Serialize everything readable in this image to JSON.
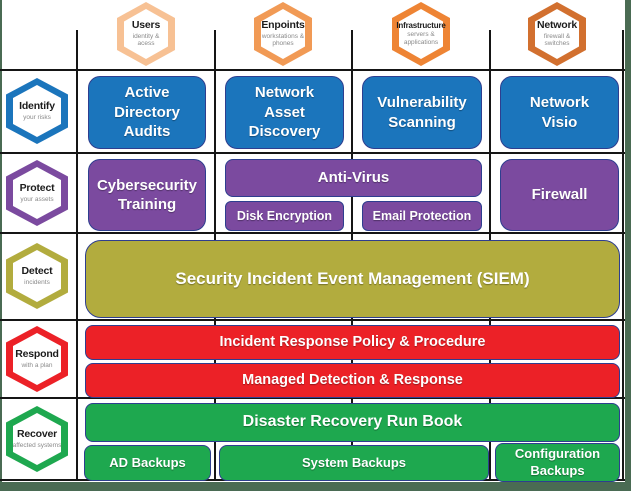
{
  "diagram_title": "Cybersecurity capability matrix (NIST-style rows vs asset columns)",
  "colors": {
    "frame_background": "#4a6b53",
    "board_background": "#ffffff",
    "grid_line": "#151515",
    "box_border": "#2e3e8f",
    "identify_blue": "#1b75bc",
    "protect_purple": "#7b4a9f",
    "detect_olive": "#b2ac3e",
    "respond_red": "#ec2127",
    "recover_green": "#1ea84f",
    "hex_users_orange": "#f7c194",
    "hex_enpoints_orange": "#f19a55",
    "hex_infrastructure_orange": "#ee8434",
    "hex_network_orange": "#d2702f",
    "hex_subtitle_gray": "#8a8a8a"
  },
  "top_columns": [
    {
      "title": "Users",
      "subtitle": "identity &\nacess"
    },
    {
      "title": "Enpoints",
      "subtitle": "workstations &\nphones"
    },
    {
      "title": "Infrastructure",
      "subtitle": "servers &\napplications"
    },
    {
      "title": "Network",
      "subtitle": "firewall &\nswitches"
    }
  ],
  "side_rows": [
    {
      "title": "Identify",
      "subtitle": "your risks"
    },
    {
      "title": "Protect",
      "subtitle": "your assets"
    },
    {
      "title": "Detect",
      "subtitle": "incidents"
    },
    {
      "title": "Respond",
      "subtitle": "with a plan"
    },
    {
      "title": "Recover",
      "subtitle": "affected systems"
    }
  ],
  "boxes": {
    "active_directory_audits": "Active\nDirectory\nAudits",
    "network_asset_discovery": "Network\nAsset\nDiscovery",
    "vulnerability_scanning": "Vulnerability\nScanning",
    "network_visio": "Network\nVisio",
    "cybersecurity_training": "Cybersecurity\nTraining",
    "anti_virus": "Anti-Virus",
    "disk_encryption": "Disk Encryption",
    "email_protection": "Email Protection",
    "firewall": "Firewall",
    "siem": "Security Incident Event Management (SIEM)",
    "incident_response": "Incident Response Policy & Procedure",
    "managed_detection": "Managed Detection & Response",
    "disaster_recovery": "Disaster Recovery Run Book",
    "ad_backups": "AD Backups",
    "system_backups": "System Backups",
    "configuration_backups": "Configuration\nBackups"
  }
}
